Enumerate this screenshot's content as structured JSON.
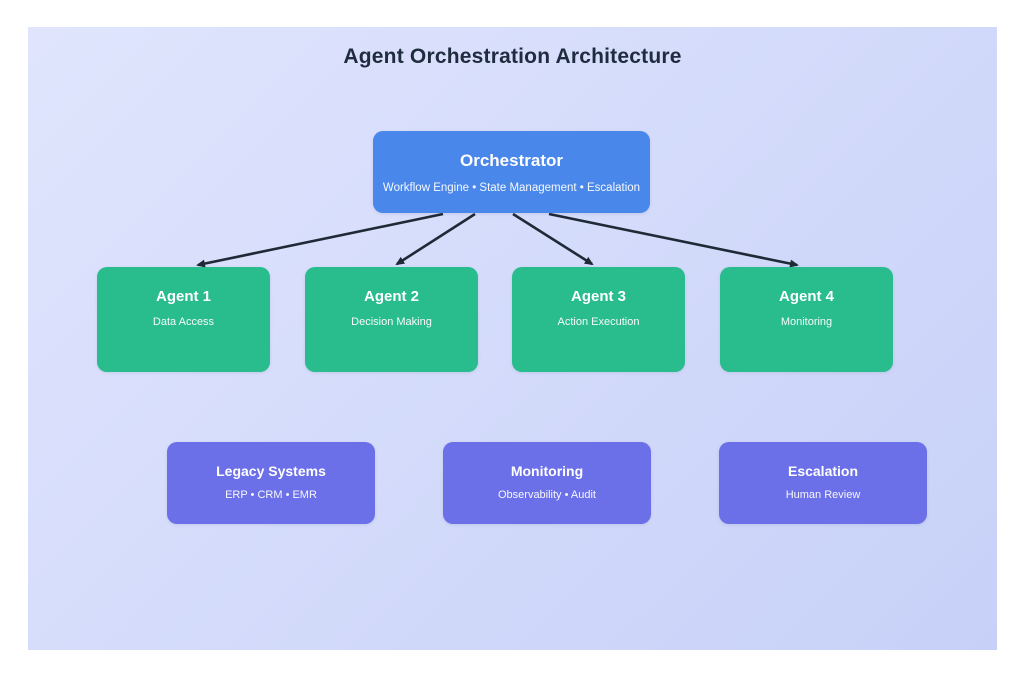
{
  "title": "Agent Orchestration Architecture",
  "colors": {
    "canvas_gradient_start": "#e0e5fd",
    "canvas_gradient_end": "#c7d1f8",
    "orchestrator_fill": "#4a87ea",
    "agent_fill": "#29bc8c",
    "system_fill": "#6b6fe8",
    "arrow": "#1f2a37",
    "title_text": "#1f2b3e",
    "node_text": "#ffffff"
  },
  "nodes": {
    "orchestrator": {
      "title": "Orchestrator",
      "subtitle": "Workflow Engine • State Management • Escalation"
    },
    "agents": [
      {
        "title": "Agent 1",
        "subtitle": "Data Access"
      },
      {
        "title": "Agent 2",
        "subtitle": "Decision Making"
      },
      {
        "title": "Agent 3",
        "subtitle": "Action Execution"
      },
      {
        "title": "Agent 4",
        "subtitle": "Monitoring"
      }
    ],
    "systems": [
      {
        "title": "Legacy Systems",
        "subtitle": "ERP • CRM • EMR"
      },
      {
        "title": "Monitoring",
        "subtitle": "Observability • Audit"
      },
      {
        "title": "Escalation",
        "subtitle": "Human Review"
      }
    ]
  },
  "edges": [
    {
      "from": "orchestrator",
      "to": "agent-1"
    },
    {
      "from": "orchestrator",
      "to": "agent-2"
    },
    {
      "from": "orchestrator",
      "to": "agent-3"
    },
    {
      "from": "orchestrator",
      "to": "agent-4"
    }
  ]
}
